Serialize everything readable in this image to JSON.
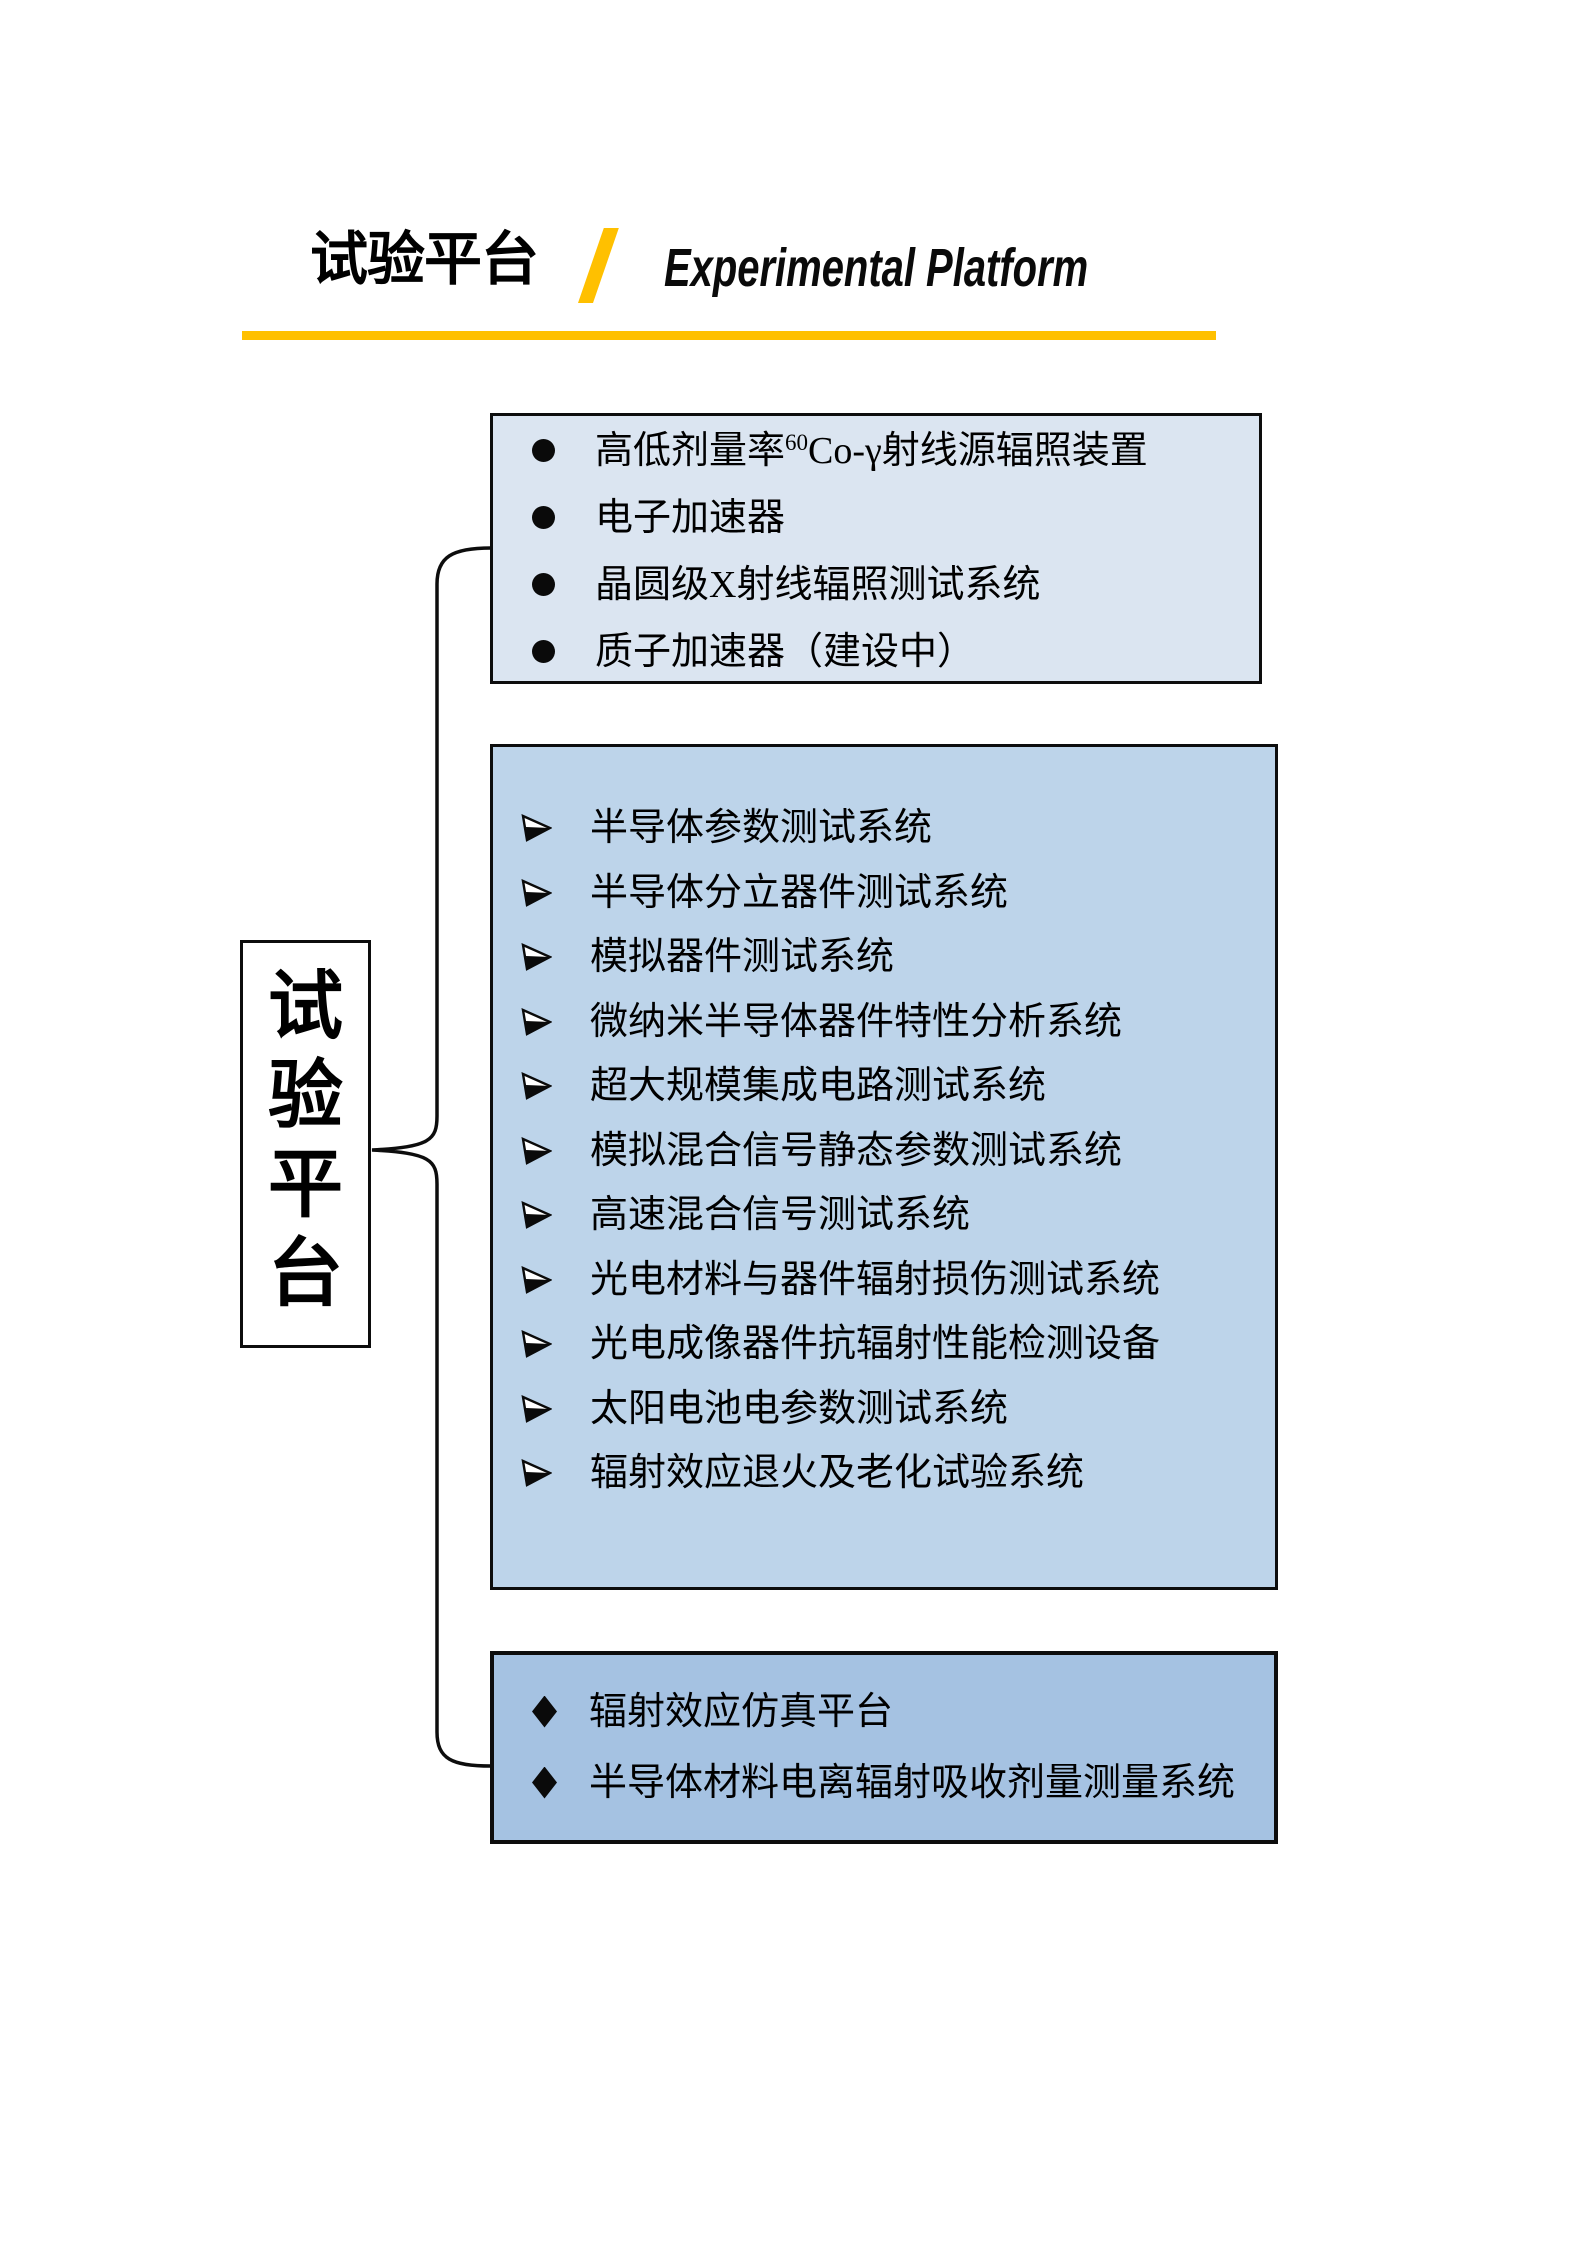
{
  "header": {
    "title_zh": "试验平台",
    "title_en": "Experimental Platform",
    "accent_color": "#FFC000"
  },
  "colors": {
    "box1_fill": "#dbe5f1",
    "box2_fill": "#bdd4ea",
    "box3_fill": "#a5c2e2",
    "border": "#0d0d0d",
    "text": "#000000"
  },
  "diagram": {
    "root": {
      "label": "试验平台",
      "chars": [
        "试",
        "验",
        "平",
        "台"
      ]
    },
    "box1": {
      "bullet": "filled-circle",
      "items": [
        {
          "pre": "高低剂量率",
          "sup": "60",
          "post": "Co-γ射线源辐照装置"
        },
        {
          "pre": "电子加速器",
          "sup": "",
          "post": ""
        },
        {
          "pre": "晶圆级X射线辐照测试系统",
          "sup": "",
          "post": ""
        },
        {
          "pre": "质子加速器（建设中）",
          "sup": "",
          "post": ""
        }
      ]
    },
    "box2": {
      "bullet": "arrowhead",
      "items": [
        "半导体参数测试系统",
        "半导体分立器件测试系统",
        "模拟器件测试系统",
        "微纳米半导体器件特性分析系统",
        "超大规模集成电路测试系统",
        "模拟混合信号静态参数测试系统",
        "高速混合信号测试系统",
        "光电材料与器件辐射损伤测试系统",
        "光电成像器件抗辐射性能检测设备",
        "太阳电池电参数测试系统",
        "辐射效应退火及老化试验系统"
      ]
    },
    "box3": {
      "bullet": "diamond",
      "items": [
        "辐射效应仿真平台",
        "半导体材料电离辐射吸收剂量测量系统"
      ]
    }
  }
}
